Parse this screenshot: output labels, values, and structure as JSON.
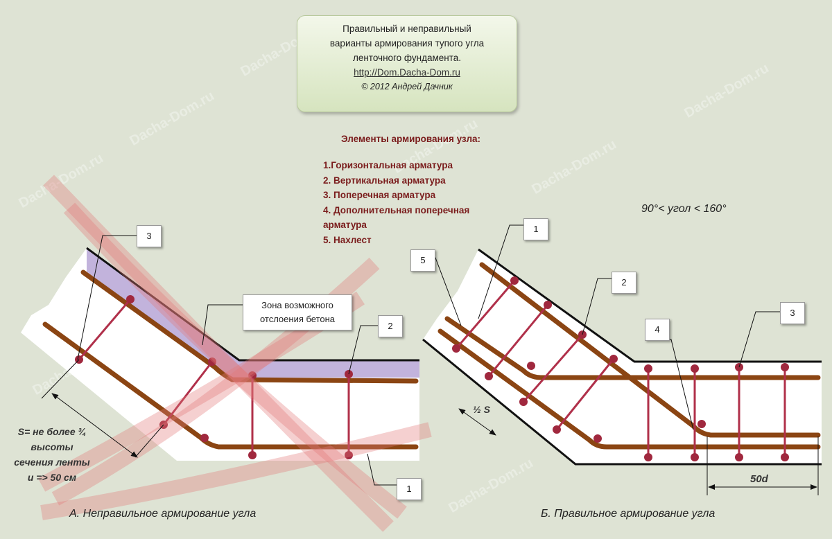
{
  "title": {
    "line1": "Правильный и неправильный",
    "line2": "варианты армирования тупого угла",
    "line3": "ленточного фундамента.",
    "link": "http://Dom.Dacha-Dom.ru",
    "copyright": "© 2012 Андрей Дачник"
  },
  "legend": {
    "heading": "Элементы армирования узла:",
    "items": [
      "1.Горизонтальная арматура",
      "2. Вертикальная арматура",
      "3. Поперечная арматура",
      "4. Дополнительная поперечная",
      "арматура",
      "5. Нахлест"
    ]
  },
  "angle_note": "90°< угол < 160°",
  "diagram_a": {
    "caption": "А. Неправильное армирование угла",
    "zone_label": "Зона возможного отслоения бетона",
    "callouts": [
      "3",
      "2",
      "1"
    ],
    "spacing_note": [
      "S= не более ¾",
      "высоты",
      "сечения  ленты",
      "и => 50 см"
    ]
  },
  "diagram_b": {
    "caption": "Б. Правильное армирование угла",
    "callouts": [
      "1",
      "5",
      "2",
      "4",
      "3"
    ],
    "half_s": "½ S",
    "lap": "50d"
  },
  "watermark": "Dacha-Dom.ru",
  "colors": {
    "background": "#dee3d4",
    "rebar": "#8b4513",
    "stirrup": "#b0304a",
    "zone": "#b7a6d6",
    "legend_text": "#7a1c1c"
  }
}
